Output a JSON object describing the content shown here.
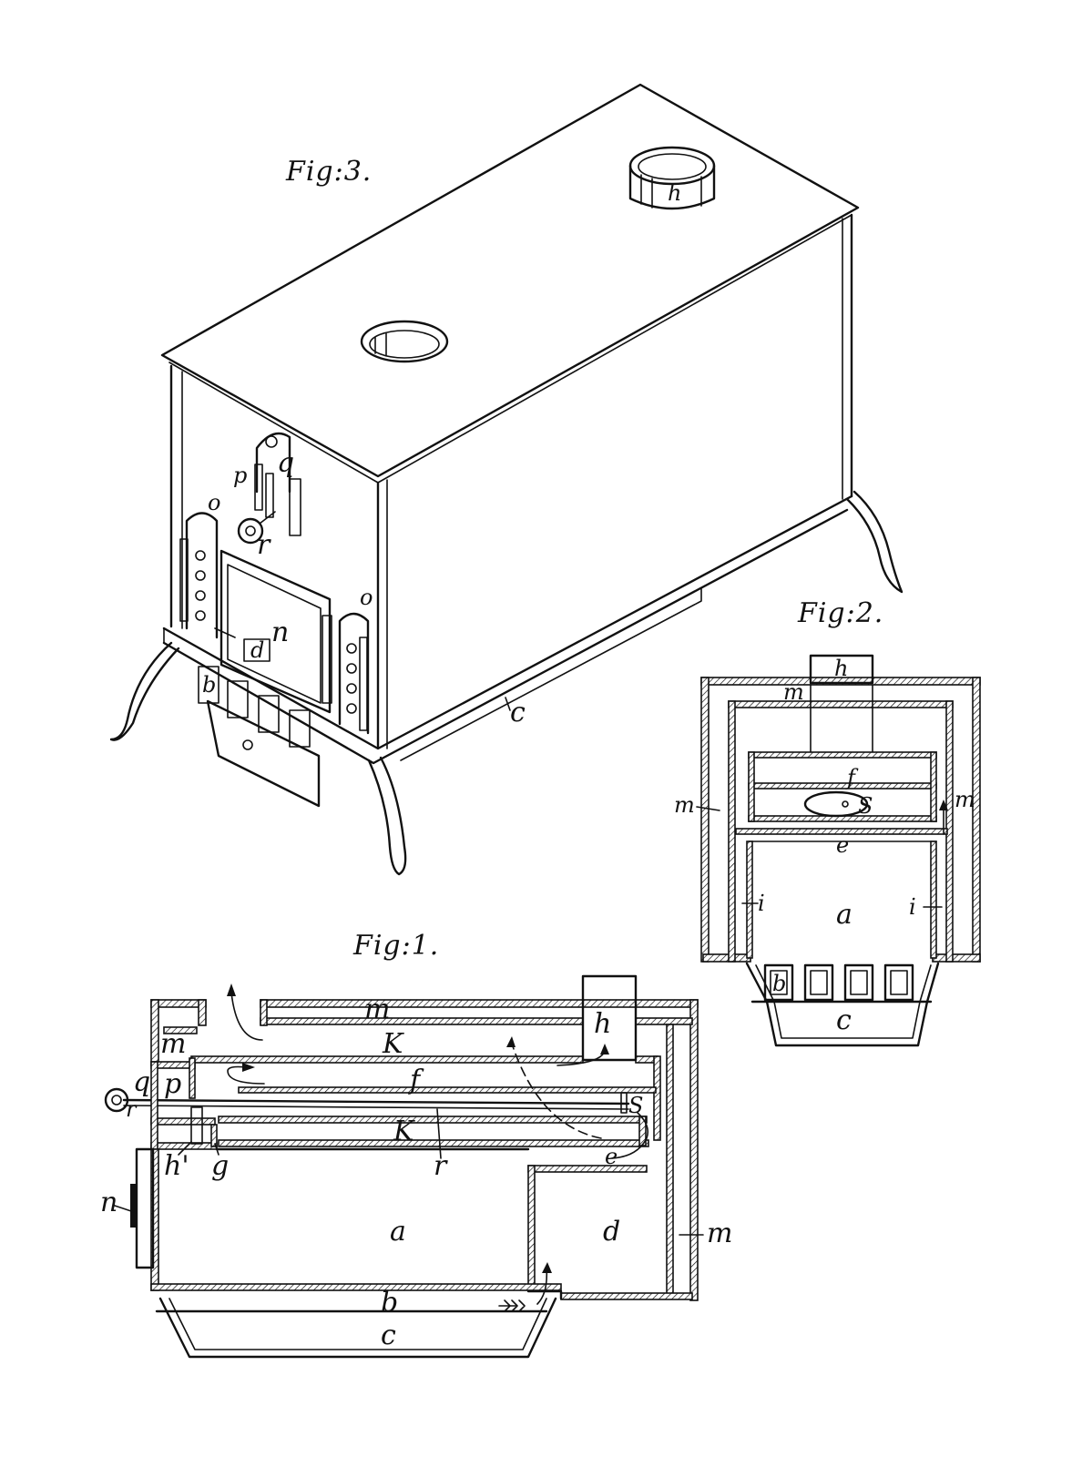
{
  "figures": {
    "fig3": {
      "title": "Fig:3.",
      "labels": {
        "h": "h",
        "q": "q",
        "p": "p",
        "r": "r",
        "o_left": "o",
        "o_right": "o",
        "n": "n",
        "d": "d",
        "b": "b",
        "c": "c"
      }
    },
    "fig2": {
      "title": "Fig:2.",
      "labels": {
        "h": "h",
        "m_top": "m",
        "m_left": "m",
        "m_right": "m",
        "f": "f",
        "s": "S",
        "e": "e",
        "i_left": "i",
        "i_right": "i",
        "a": "a",
        "b": "b",
        "c": "c"
      }
    },
    "fig1": {
      "title": "Fig:1.",
      "labels": {
        "m_top": "m",
        "m_left": "m",
        "m_right": "m",
        "k_top": "K",
        "k_bottom": "K",
        "h": "h",
        "h_prime": "h'",
        "q": "q",
        "p": "p",
        "r_left": "r",
        "r_bottom": "r",
        "f": "f",
        "s": "S",
        "g": "g",
        "e": "e",
        "n": "n",
        "a": "a",
        "d": "d",
        "b": "b",
        "c": "c"
      }
    }
  }
}
